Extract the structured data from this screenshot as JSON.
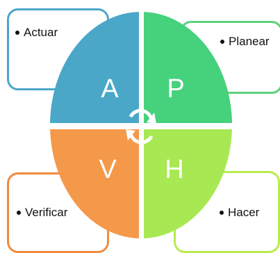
{
  "quadrants": [
    {
      "letter": "A",
      "label": "Actuar",
      "color": "#4aa7c8"
    },
    {
      "letter": "P",
      "label": "Planear",
      "color": "#46d17d"
    },
    {
      "letter": "V",
      "label": "Verificar",
      "color": "#f4984a"
    },
    {
      "letter": "H",
      "label": "Hacer",
      "color": "#a8e852"
    }
  ],
  "card_colors": {
    "actuar": "#4aa7c8",
    "planear": "#5fd07b",
    "verificar": "#f08a3e",
    "hacer": "#b7ec4d"
  },
  "center_icon": "circular-arrows-icon"
}
